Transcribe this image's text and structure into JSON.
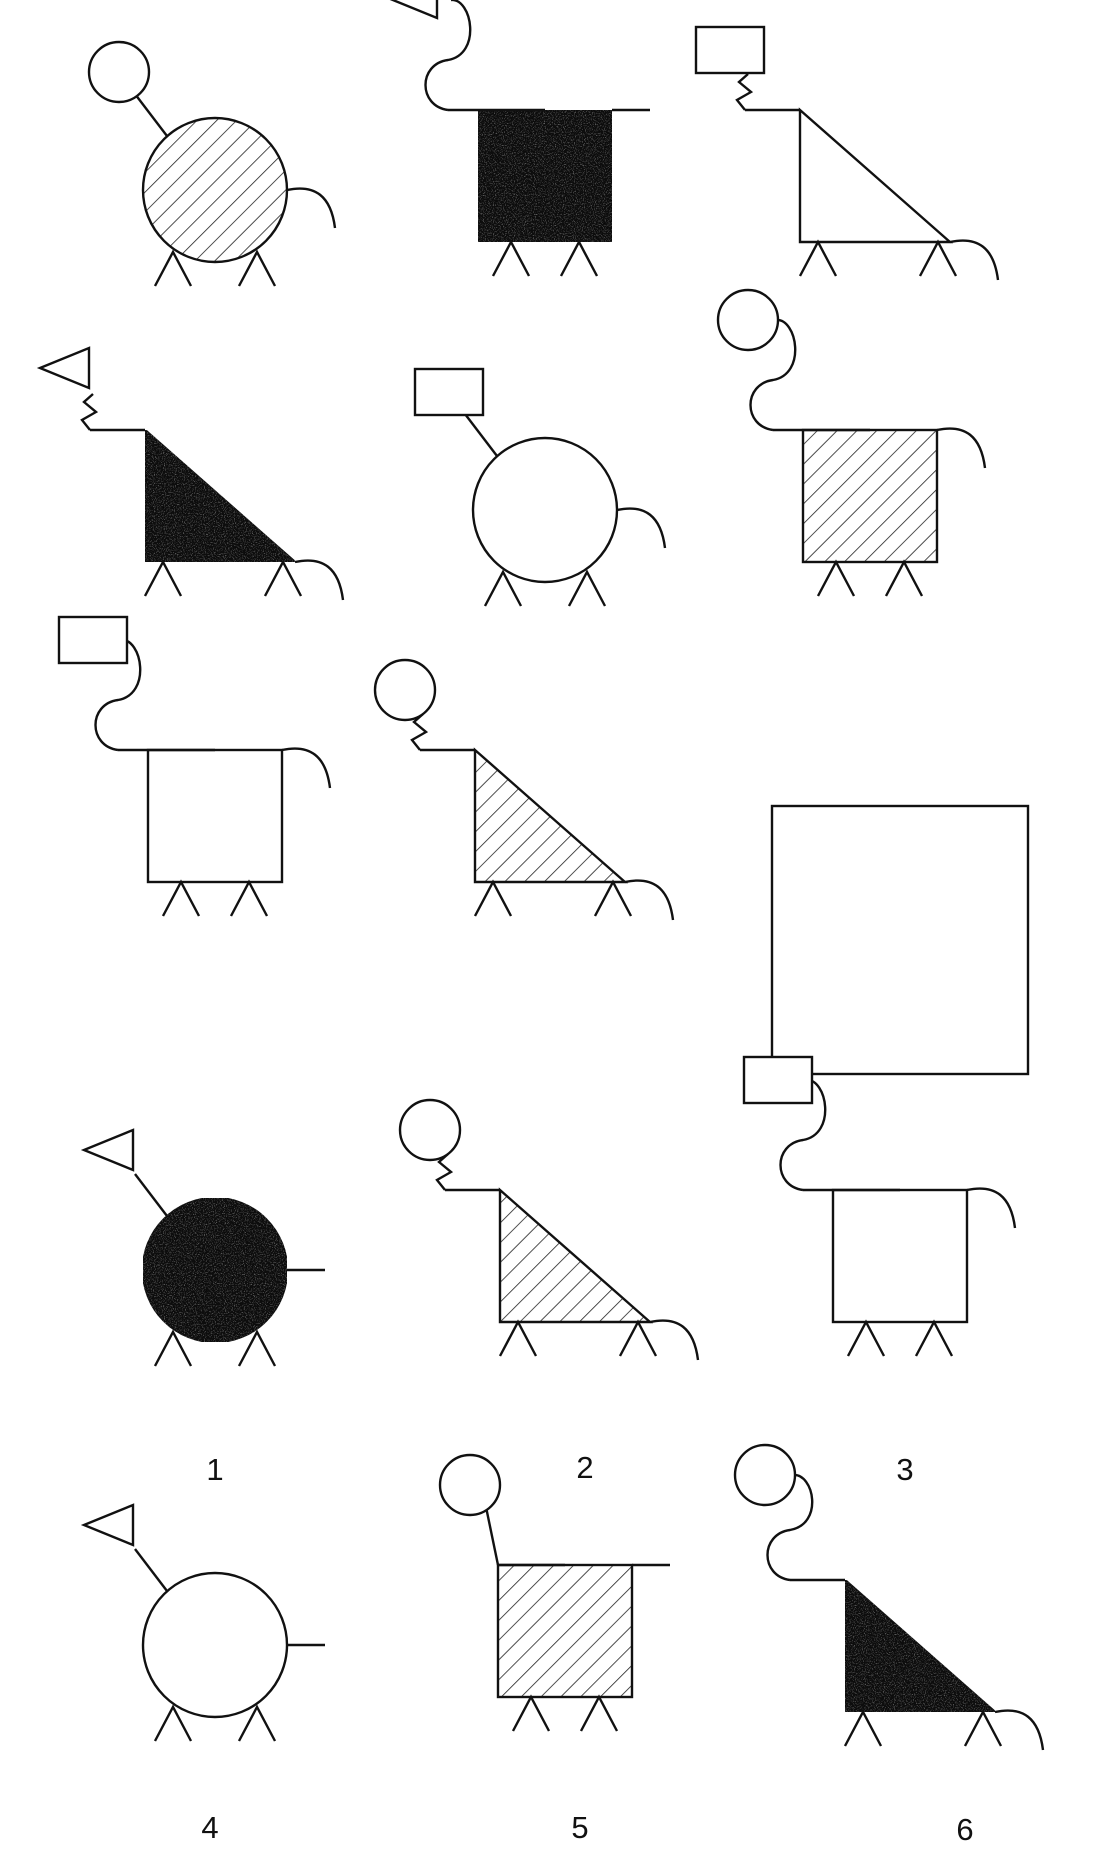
{
  "matrix": {
    "rows": [
      [
        {
          "head": "circle",
          "neck": "straight",
          "body": "circle",
          "fill": "hatched",
          "tail": "curl"
        },
        {
          "head": "triangle",
          "neck": "curvy",
          "body": "square",
          "fill": "dark",
          "tail": "flat"
        },
        {
          "head": "rectangle",
          "neck": "zigzag",
          "body": "triangle",
          "fill": "white",
          "tail": "curl"
        }
      ],
      [
        {
          "head": "triangle",
          "neck": "zigzag",
          "body": "triangle",
          "fill": "dark",
          "tail": "curl"
        },
        {
          "head": "rectangle",
          "neck": "straight",
          "body": "circle",
          "fill": "white",
          "tail": "curl"
        },
        {
          "head": "circle",
          "neck": "curvy",
          "body": "square",
          "fill": "hatched",
          "tail": "curl"
        }
      ],
      [
        {
          "head": "rectangle",
          "neck": "curvy",
          "body": "square",
          "fill": "white",
          "tail": "curl"
        },
        {
          "head": "circle",
          "neck": "zigzag",
          "body": "triangle",
          "fill": "hatched",
          "tail": "curl"
        },
        {
          "missing": true
        }
      ]
    ]
  },
  "options": [
    {
      "label": "1",
      "head": "triangle",
      "neck": "straight",
      "body": "circle",
      "fill": "dark",
      "tail": "flat"
    },
    {
      "label": "2",
      "head": "circle",
      "neck": "zigzag",
      "body": "triangle",
      "fill": "hatched",
      "tail": "curl"
    },
    {
      "label": "3",
      "head": "rectangle",
      "neck": "curvy",
      "body": "square",
      "fill": "white",
      "tail": "curl"
    },
    {
      "label": "4",
      "head": "triangle",
      "neck": "straight",
      "body": "circle",
      "fill": "white",
      "tail": "flat"
    },
    {
      "label": "5",
      "head": "circle",
      "neck": "straight",
      "body": "square",
      "fill": "hatched",
      "tail": "flat"
    },
    {
      "label": "6",
      "head": "circle",
      "neck": "curvy",
      "body": "triangle",
      "fill": "dark",
      "tail": "curl"
    }
  ]
}
